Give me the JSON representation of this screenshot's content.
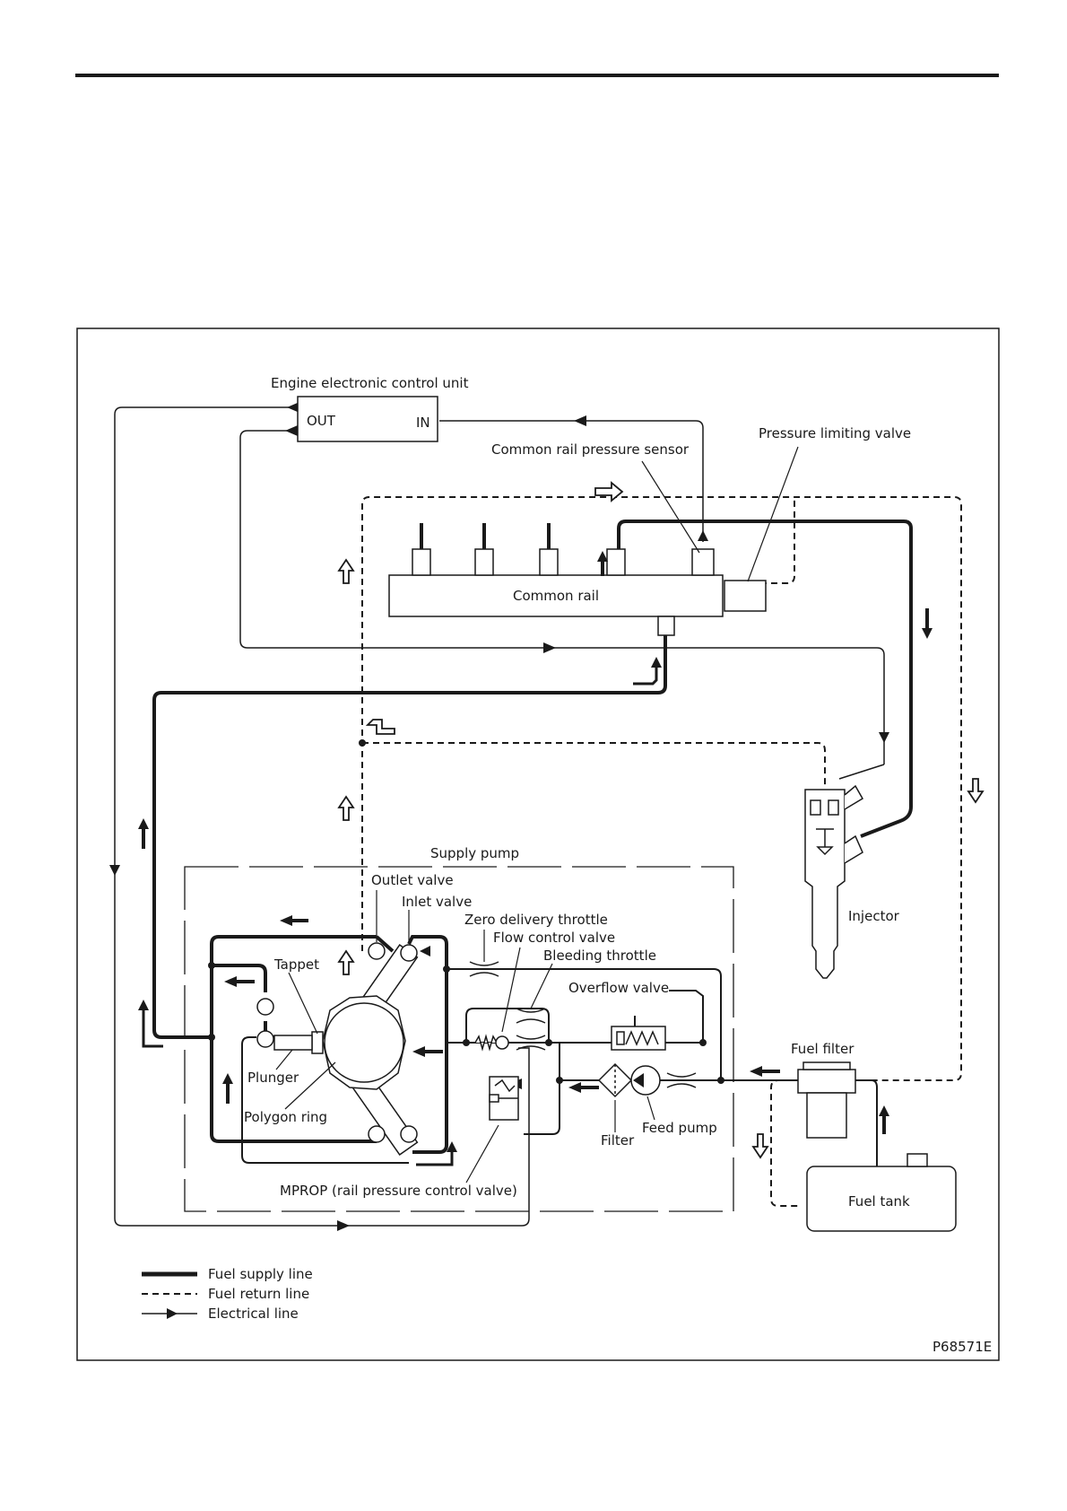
{
  "labels": {
    "ecu": "Engine electronic control unit",
    "ecu_out": "OUT",
    "ecu_in": "IN",
    "pressure_limiting_valve": "Pressure limiting valve",
    "rail_pressure_sensor": "Common rail pressure sensor",
    "common_rail": "Common rail",
    "supply_pump": "Supply pump",
    "outlet_valve": "Outlet valve",
    "inlet_valve": "Inlet valve",
    "zero_delivery_throttle": "Zero delivery throttle",
    "flow_control_valve": "Flow control valve",
    "bleeding_throttle": "Bleeding throttle",
    "overflow_valve": "Overflow valve",
    "tappet": "Tappet",
    "plunger": "Plunger",
    "polygon_ring": "Polygon ring",
    "filter": "Filter",
    "feed_pump": "Feed pump",
    "fuel_filter": "Fuel filter",
    "fuel_tank": "Fuel tank",
    "injector": "Injector",
    "mprop": "MPROP (rail pressure control valve)"
  },
  "legend": [
    {
      "style": "supply",
      "label": "Fuel supply line"
    },
    {
      "style": "return",
      "label": "Fuel return line"
    },
    {
      "style": "electrical",
      "label": "Electrical line"
    }
  ],
  "figure_code": "P68571E",
  "colors": {
    "ink": "#1a1a1a",
    "paper": "#ffffff"
  }
}
